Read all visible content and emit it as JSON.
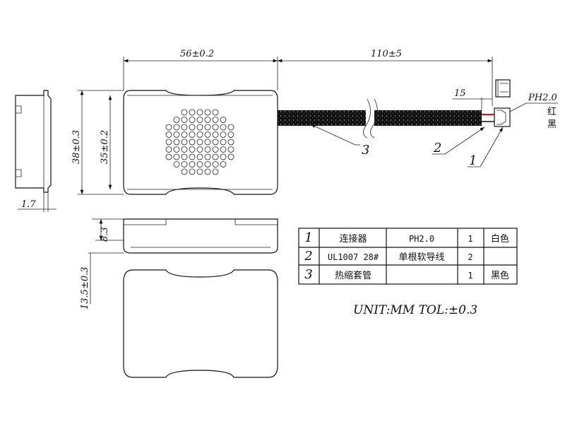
{
  "dimensions": {
    "width": "56±0.2",
    "cable_length": "110±5",
    "height_outer": "38±0.3",
    "height_inner": "35±0.2",
    "side_thickness": "1.7",
    "thickness": "8.3",
    "total_thickness": "13.5±0.3",
    "strip_length": "15"
  },
  "callouts": {
    "connector_type": "PH2.0",
    "wire_red": "红",
    "wire_black": "黑",
    "item1": "1",
    "item2": "2",
    "item3": "3"
  },
  "bom_table": {
    "rows": [
      {
        "no": "1",
        "name": "连接器",
        "spec": "PH2.0",
        "qty": "1",
        "color": "白色"
      },
      {
        "no": "2",
        "name": "UL1007 28#",
        "spec": "单根软导线",
        "qty": "2",
        "color": ""
      },
      {
        "no": "3",
        "name": "热缩套管",
        "spec": "",
        "qty": "1",
        "color": "黑色"
      }
    ]
  },
  "note": "UNIT:MM  TOL:±0.3",
  "colors": {
    "cable": "#111111",
    "red_wire": "#e01010"
  }
}
